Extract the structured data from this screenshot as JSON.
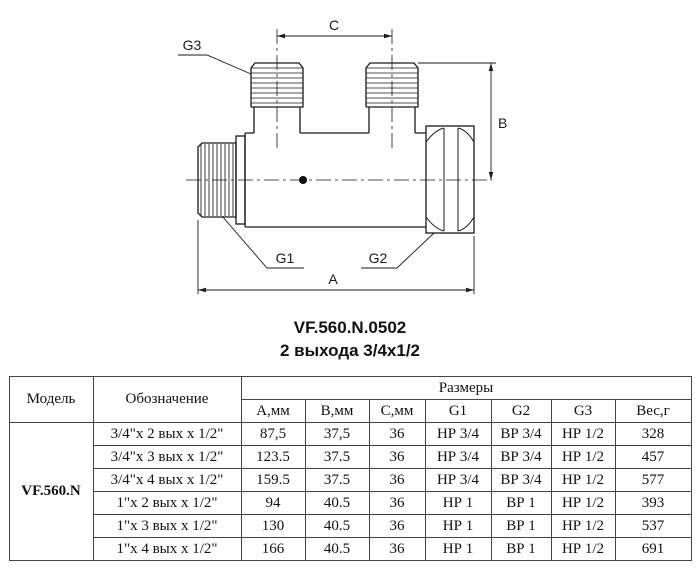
{
  "colors": {
    "line": "#1a1a1a",
    "background": "#ffffff"
  },
  "drawing": {
    "dim_a": "A",
    "dim_b": "B",
    "dim_c": "C",
    "dim_g1": "G1",
    "dim_g2": "G2",
    "dim_g3": "G3"
  },
  "title": {
    "model_code": "VF.560.N.0502",
    "description": "2 выхода 3/4х1/2"
  },
  "table": {
    "header": {
      "model": "Модель",
      "designation": "Обозначение",
      "dimensions_group": "Размеры",
      "columns": [
        "А,мм",
        "В,мм",
        "С,мм",
        "G1",
        "G2",
        "G3",
        "Вес,г"
      ]
    },
    "model_value": "VF.560.N",
    "rows": [
      {
        "designation": "3/4\"х 2 вых х 1/2\"",
        "a_mm": "87,5",
        "b_mm": "37,5",
        "c_mm": "36",
        "g1": "НР 3/4",
        "g2": "ВР 3/4",
        "g3": "НР 1/2",
        "weight_g": "328"
      },
      {
        "designation": "3/4\"х 3 вых х 1/2\"",
        "a_mm": "123.5",
        "b_mm": "37.5",
        "c_mm": "36",
        "g1": "НР 3/4",
        "g2": "ВР 3/4",
        "g3": "НР 1/2",
        "weight_g": "457"
      },
      {
        "designation": "3/4\"х 4 вых х 1/2\"",
        "a_mm": "159.5",
        "b_mm": "37.5",
        "c_mm": "36",
        "g1": "НР 3/4",
        "g2": "ВР 3/4",
        "g3": "НР 1/2",
        "weight_g": "577"
      },
      {
        "designation": "1\"х 2 вых х 1/2\"",
        "a_mm": "94",
        "b_mm": "40.5",
        "c_mm": "36",
        "g1": "НР 1",
        "g2": "ВР 1",
        "g3": "НР 1/2",
        "weight_g": "393"
      },
      {
        "designation": "1\"х 3 вых х 1/2\"",
        "a_mm": "130",
        "b_mm": "40.5",
        "c_mm": "36",
        "g1": "НР 1",
        "g2": "ВР 1",
        "g3": "НР 1/2",
        "weight_g": "537"
      },
      {
        "designation": "1\"х 4 вых х 1/2\"",
        "a_mm": "166",
        "b_mm": "40.5",
        "c_mm": "36",
        "g1": "НР 1",
        "g2": "ВР 1",
        "g3": "НР 1/2",
        "weight_g": "691"
      }
    ]
  }
}
